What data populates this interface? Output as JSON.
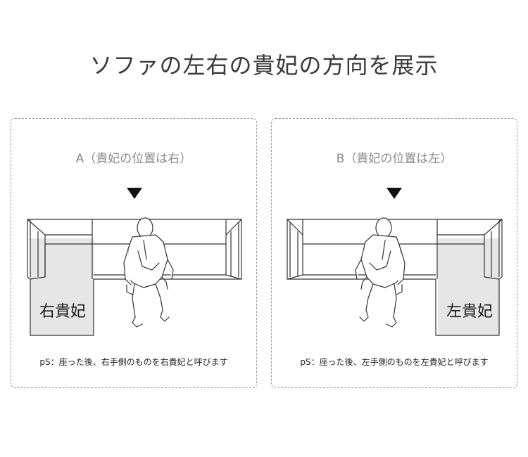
{
  "title": "ソファの左右の貴妃の方向を展示",
  "panels": [
    {
      "label": "A（貴妃の位置は右）",
      "chaise_label": "右貴妃",
      "note": "pS：座った後、右手側のものを右貴妃と呼びます",
      "chaise_side": "left"
    },
    {
      "label": "B（貴妃の位置は左）",
      "chaise_label": "左貴妃",
      "note": "pS：座った後、左手側のものを左貴妃と呼びます",
      "chaise_side": "right"
    }
  ],
  "colors": {
    "chaise_fill": "#e6e6e6",
    "outline": "#333333",
    "pointer": "#111111",
    "panel_border": "#9a9a9a"
  },
  "icons": [
    "down-triangle-icon",
    "seated-person-icon",
    "sofa-diagram"
  ]
}
